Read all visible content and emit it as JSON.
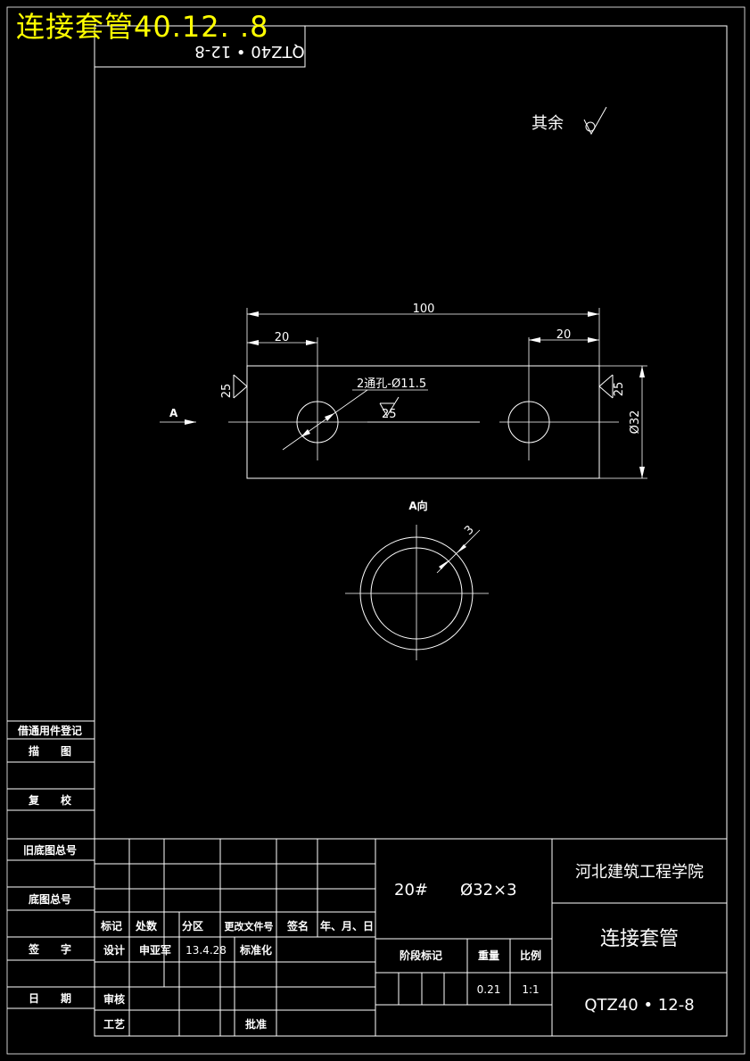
{
  "watermark": "连接套管40.12. .8",
  "doc_code_rotated": "QTZ40 • 12-8",
  "surface": {
    "label": "其余",
    "symbol": "⌀√"
  },
  "dims": {
    "overall_length": "100",
    "left_offset": "20",
    "right_offset": "20",
    "hole_note": "2通孔-Ø11.5",
    "hole_roughness": "25",
    "left_roughness": "25",
    "right_roughness": "25",
    "diameter": "Ø32",
    "view_arrow": "A",
    "view_label": "A向",
    "wall": "3"
  },
  "left_strip": {
    "items": [
      "借通用件登记",
      "描　　图",
      "复　　校",
      "旧底图总号",
      "底图总号",
      "签　　字",
      "日　　期"
    ]
  },
  "title_block": {
    "material": "20#　　Ø32×3",
    "school": "河北建筑工程学院",
    "part_name": "连接套管",
    "drawing_no": "QTZ40 • 12-8",
    "headers": [
      "标记",
      "处数",
      "分区",
      "更改文件号",
      "签名",
      "年、月、日"
    ],
    "design_label": "设计",
    "designer": "申亚军",
    "design_date": "13.4.28",
    "standardize_label": "标准化",
    "review_label": "审核",
    "process_label": "工艺",
    "approve_label": "批准",
    "stage_label": "阶段标记",
    "weight_label": "重量",
    "scale_label": "比例",
    "weight": "0.21",
    "scale": "1:1"
  }
}
